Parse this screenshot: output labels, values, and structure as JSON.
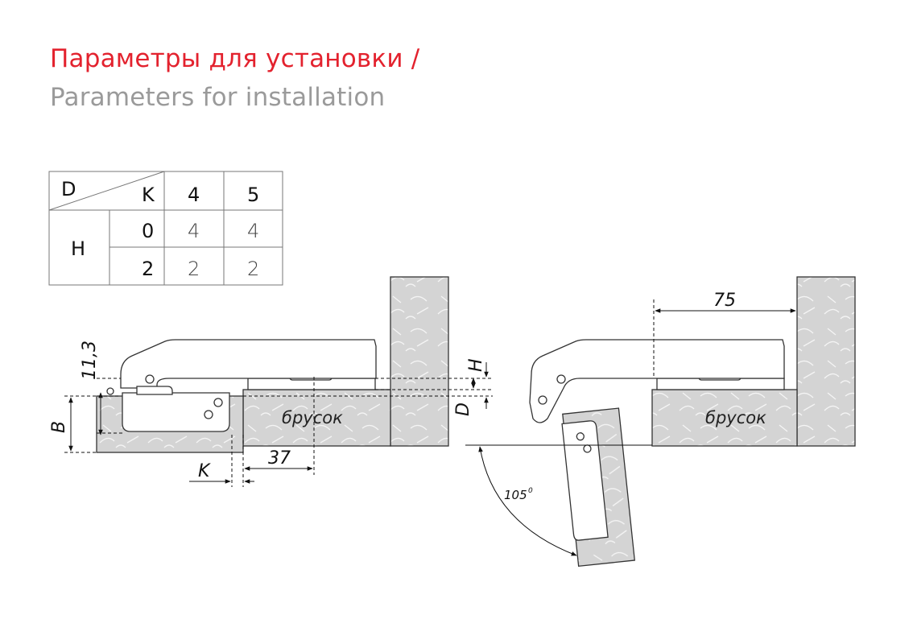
{
  "title": {
    "ru": "Параметры для установки /",
    "en": "Parameters for installation"
  },
  "table": {
    "d_label": "D",
    "k_label": "K",
    "h_label": "H",
    "col_headers": [
      "4",
      "5"
    ],
    "rows": [
      {
        "h": "0",
        "values": [
          "4",
          "4"
        ]
      },
      {
        "h": "2",
        "values": [
          "2",
          "2"
        ]
      }
    ]
  },
  "left_view": {
    "dim_11_3": "11,3",
    "dim_b": "B",
    "dim_k": "K",
    "dim_37": "37",
    "dim_h": "H",
    "dim_d": "D",
    "block_label": "брусок"
  },
  "right_view": {
    "dim_75": "75",
    "block_label": "брусок",
    "angle": "105",
    "angle_unit": "0"
  },
  "colors": {
    "title_red": "#e3222e",
    "title_grey": "#9a9a9a",
    "wood_fill": "#d2d2d2",
    "line": "#333333"
  }
}
